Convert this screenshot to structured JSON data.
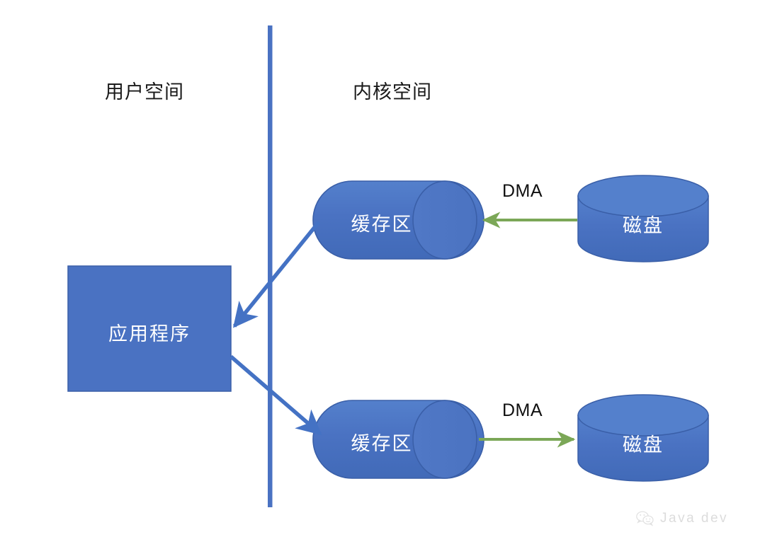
{
  "diagram": {
    "title": "",
    "colors": {
      "shape_fill": "#4A72C2",
      "shape_stroke": "#3A5FA8",
      "divider": "#4A72C2",
      "blue_arrow": "#4472C4",
      "green_arrow": "#7BA757",
      "label_text": "#1a1a1a",
      "shape_text": "#ffffff",
      "background": "#ffffff"
    },
    "regions": [
      {
        "id": "user-space",
        "label": "用户空间"
      },
      {
        "id": "kernel-space",
        "label": "内核空间"
      }
    ],
    "divider": {
      "name": "user-kernel-divider",
      "orientation": "vertical"
    },
    "nodes": [
      {
        "id": "application",
        "label": "应用程序",
        "shape": "rectangle",
        "region": "user-space"
      },
      {
        "id": "buffer-read",
        "label": "缓存区",
        "shape": "horizontal-cylinder",
        "region": "kernel-space"
      },
      {
        "id": "buffer-write",
        "label": "缓存区",
        "shape": "horizontal-cylinder",
        "region": "kernel-space"
      },
      {
        "id": "disk-read",
        "label": "磁盘",
        "shape": "cylinder",
        "region": "kernel-space"
      },
      {
        "id": "disk-write",
        "label": "磁盘",
        "shape": "cylinder",
        "region": "kernel-space"
      }
    ],
    "edges": [
      {
        "id": "buffer-read-to-application",
        "label": "",
        "color": "blue",
        "from": "buffer-read",
        "to": "application",
        "direction": "left-down"
      },
      {
        "id": "application-to-buffer-write",
        "label": "",
        "color": "blue",
        "from": "application",
        "to": "buffer-write",
        "direction": "right-down"
      },
      {
        "id": "disk-read-to-buffer-read",
        "label": "DMA",
        "color": "green",
        "from": "disk-read",
        "to": "buffer-read",
        "direction": "left"
      },
      {
        "id": "buffer-write-to-disk-write",
        "label": "DMA",
        "color": "green",
        "from": "buffer-write",
        "to": "disk-write",
        "direction": "right"
      }
    ],
    "watermark": {
      "text": "Java dev",
      "icon": "wechat-icon"
    }
  }
}
